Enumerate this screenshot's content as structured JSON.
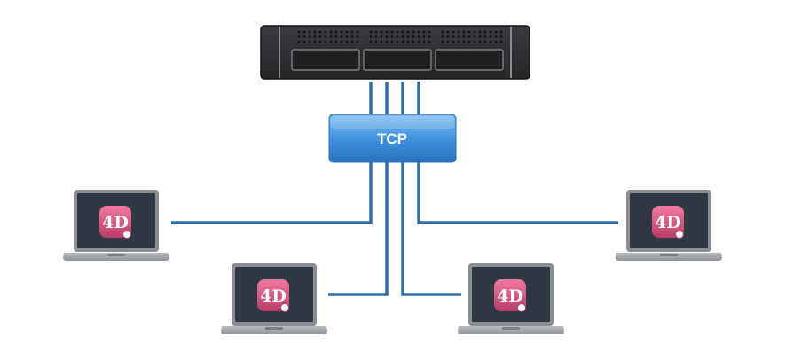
{
  "switch": {
    "label": "TCP"
  },
  "client_logo": {
    "text": "4D",
    "icon": "4d-app-logo"
  },
  "clients": [
    {
      "id": "left-top"
    },
    {
      "id": "left-bottom"
    },
    {
      "id": "right-bottom"
    },
    {
      "id": "right-top"
    }
  ],
  "colors": {
    "connection_line": "#2f6ea7",
    "switch_top": "#6fb4ef",
    "switch_bottom": "#2d7dc9",
    "server_body": "#2f3033",
    "laptop_frame": "#8a8e92",
    "laptop_screen": "#2f3945",
    "logo_top": "#f06c95",
    "logo_bottom": "#b73d69"
  }
}
